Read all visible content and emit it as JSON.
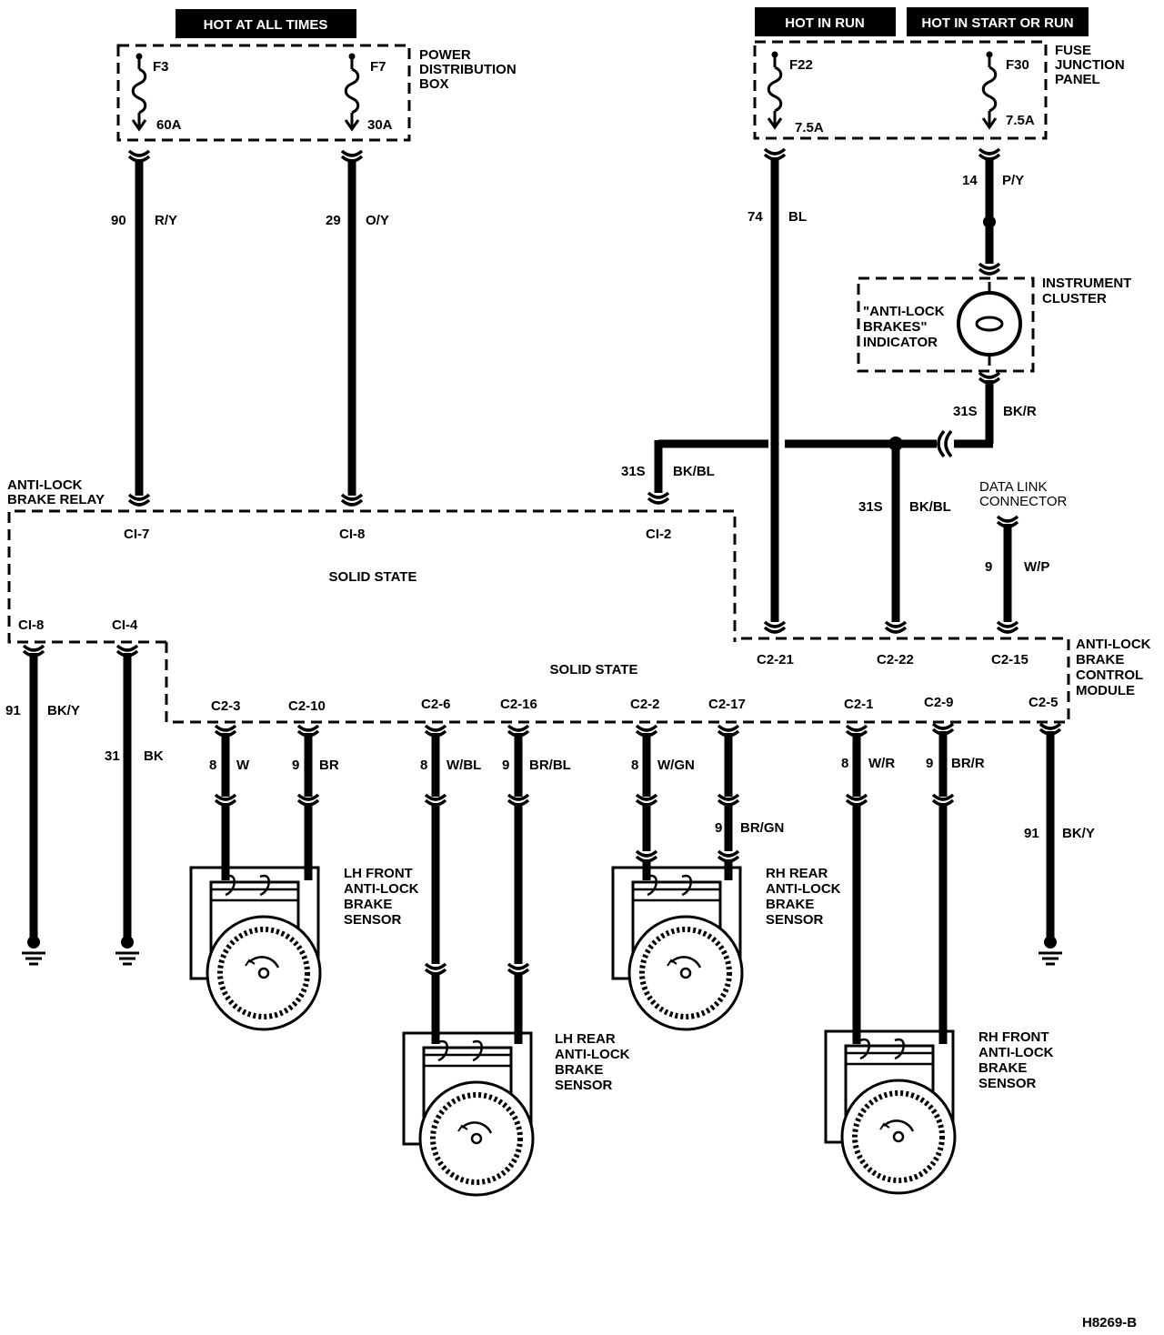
{
  "headers": {
    "hot_at_all_times": "HOT AT ALL TIMES",
    "hot_in_run": "HOT IN RUN",
    "hot_in_start_or_run": "HOT IN START OR RUN"
  },
  "components": {
    "power_distribution_box": [
      "POWER",
      "DISTRIBUTION",
      "BOX"
    ],
    "fuse_junction_panel": [
      "FUSE",
      "JUNCTION",
      "PANEL"
    ],
    "instrument_cluster": [
      "INSTRUMENT",
      "CLUSTER"
    ],
    "indicator": [
      "\"ANTI-LOCK",
      "BRAKES\"",
      "INDICATOR"
    ],
    "brake_relay": [
      "ANTI-LOCK",
      "BRAKE RELAY"
    ],
    "data_link_connector": [
      "DATA LINK",
      "CONNECTOR"
    ],
    "control_module": [
      "ANTI-LOCK",
      "BRAKE",
      "CONTROL",
      "MODULE"
    ],
    "solid_state_relay": "SOLID STATE",
    "solid_state_module": "SOLID STATE",
    "lh_front_sensor": [
      "LH FRONT",
      "ANTI-LOCK",
      "BRAKE",
      "SENSOR"
    ],
    "rh_rear_sensor": [
      "RH REAR",
      "ANTI-LOCK",
      "BRAKE",
      "SENSOR"
    ],
    "lh_rear_sensor": [
      "LH REAR",
      "ANTI-LOCK",
      "BRAKE",
      "SENSOR"
    ],
    "rh_front_sensor": [
      "RH FRONT",
      "ANTI-LOCK",
      "BRAKE",
      "SENSOR"
    ]
  },
  "fuses": {
    "f3": {
      "name": "F3",
      "rating": "60A"
    },
    "f7": {
      "name": "F7",
      "rating": "30A"
    },
    "f22": {
      "name": "F22",
      "rating": "7.5A"
    },
    "f30": {
      "name": "F30",
      "rating": "7.5A"
    }
  },
  "circuits": {
    "c90": {
      "num": "90",
      "color": "R/Y"
    },
    "c29": {
      "num": "29",
      "color": "O/Y"
    },
    "c74": {
      "num": "74",
      "color": "BL"
    },
    "c14": {
      "num": "14",
      "color": "P/Y"
    },
    "c31s_bkr": {
      "num": "31S",
      "color": "BK/R"
    },
    "c31s_bkbl_a": {
      "num": "31S",
      "color": "BK/BL"
    },
    "c31s_bkbl_b": {
      "num": "31S",
      "color": "BK/BL"
    },
    "c9_wp": {
      "num": "9",
      "color": "W/P"
    },
    "c91_left": {
      "num": "91",
      "color": "BK/Y"
    },
    "c31_bk": {
      "num": "31",
      "color": "BK"
    },
    "c8_w": {
      "num": "8",
      "color": "W"
    },
    "c9_br": {
      "num": "9",
      "color": "BR"
    },
    "c8_wbl": {
      "num": "8",
      "color": "W/BL"
    },
    "c9_brbl": {
      "num": "9",
      "color": "BR/BL"
    },
    "c8_wgn": {
      "num": "8",
      "color": "W/GN"
    },
    "c9_brgn": {
      "num": "9",
      "color": "BR/GN"
    },
    "c8_wr": {
      "num": "8",
      "color": "W/R"
    },
    "c9_brr": {
      "num": "9",
      "color": "BR/R"
    },
    "c91_right": {
      "num": "91",
      "color": "BK/Y"
    }
  },
  "pins": {
    "ci7": "CI-7",
    "ci8a": "CI-8",
    "ci2": "CI-2",
    "ci8b": "CI-8",
    "ci4": "CI-4",
    "c2_21": "C2-21",
    "c2_22": "C2-22",
    "c2_15": "C2-15",
    "c2_3": "C2-3",
    "c2_10": "C2-10",
    "c2_6": "C2-6",
    "c2_16": "C2-16",
    "c2_2": "C2-2",
    "c2_17": "C2-17",
    "c2_1": "C2-1",
    "c2_9": "C2-9",
    "c2_5": "C2-5"
  },
  "figure_id": "H8269-B"
}
